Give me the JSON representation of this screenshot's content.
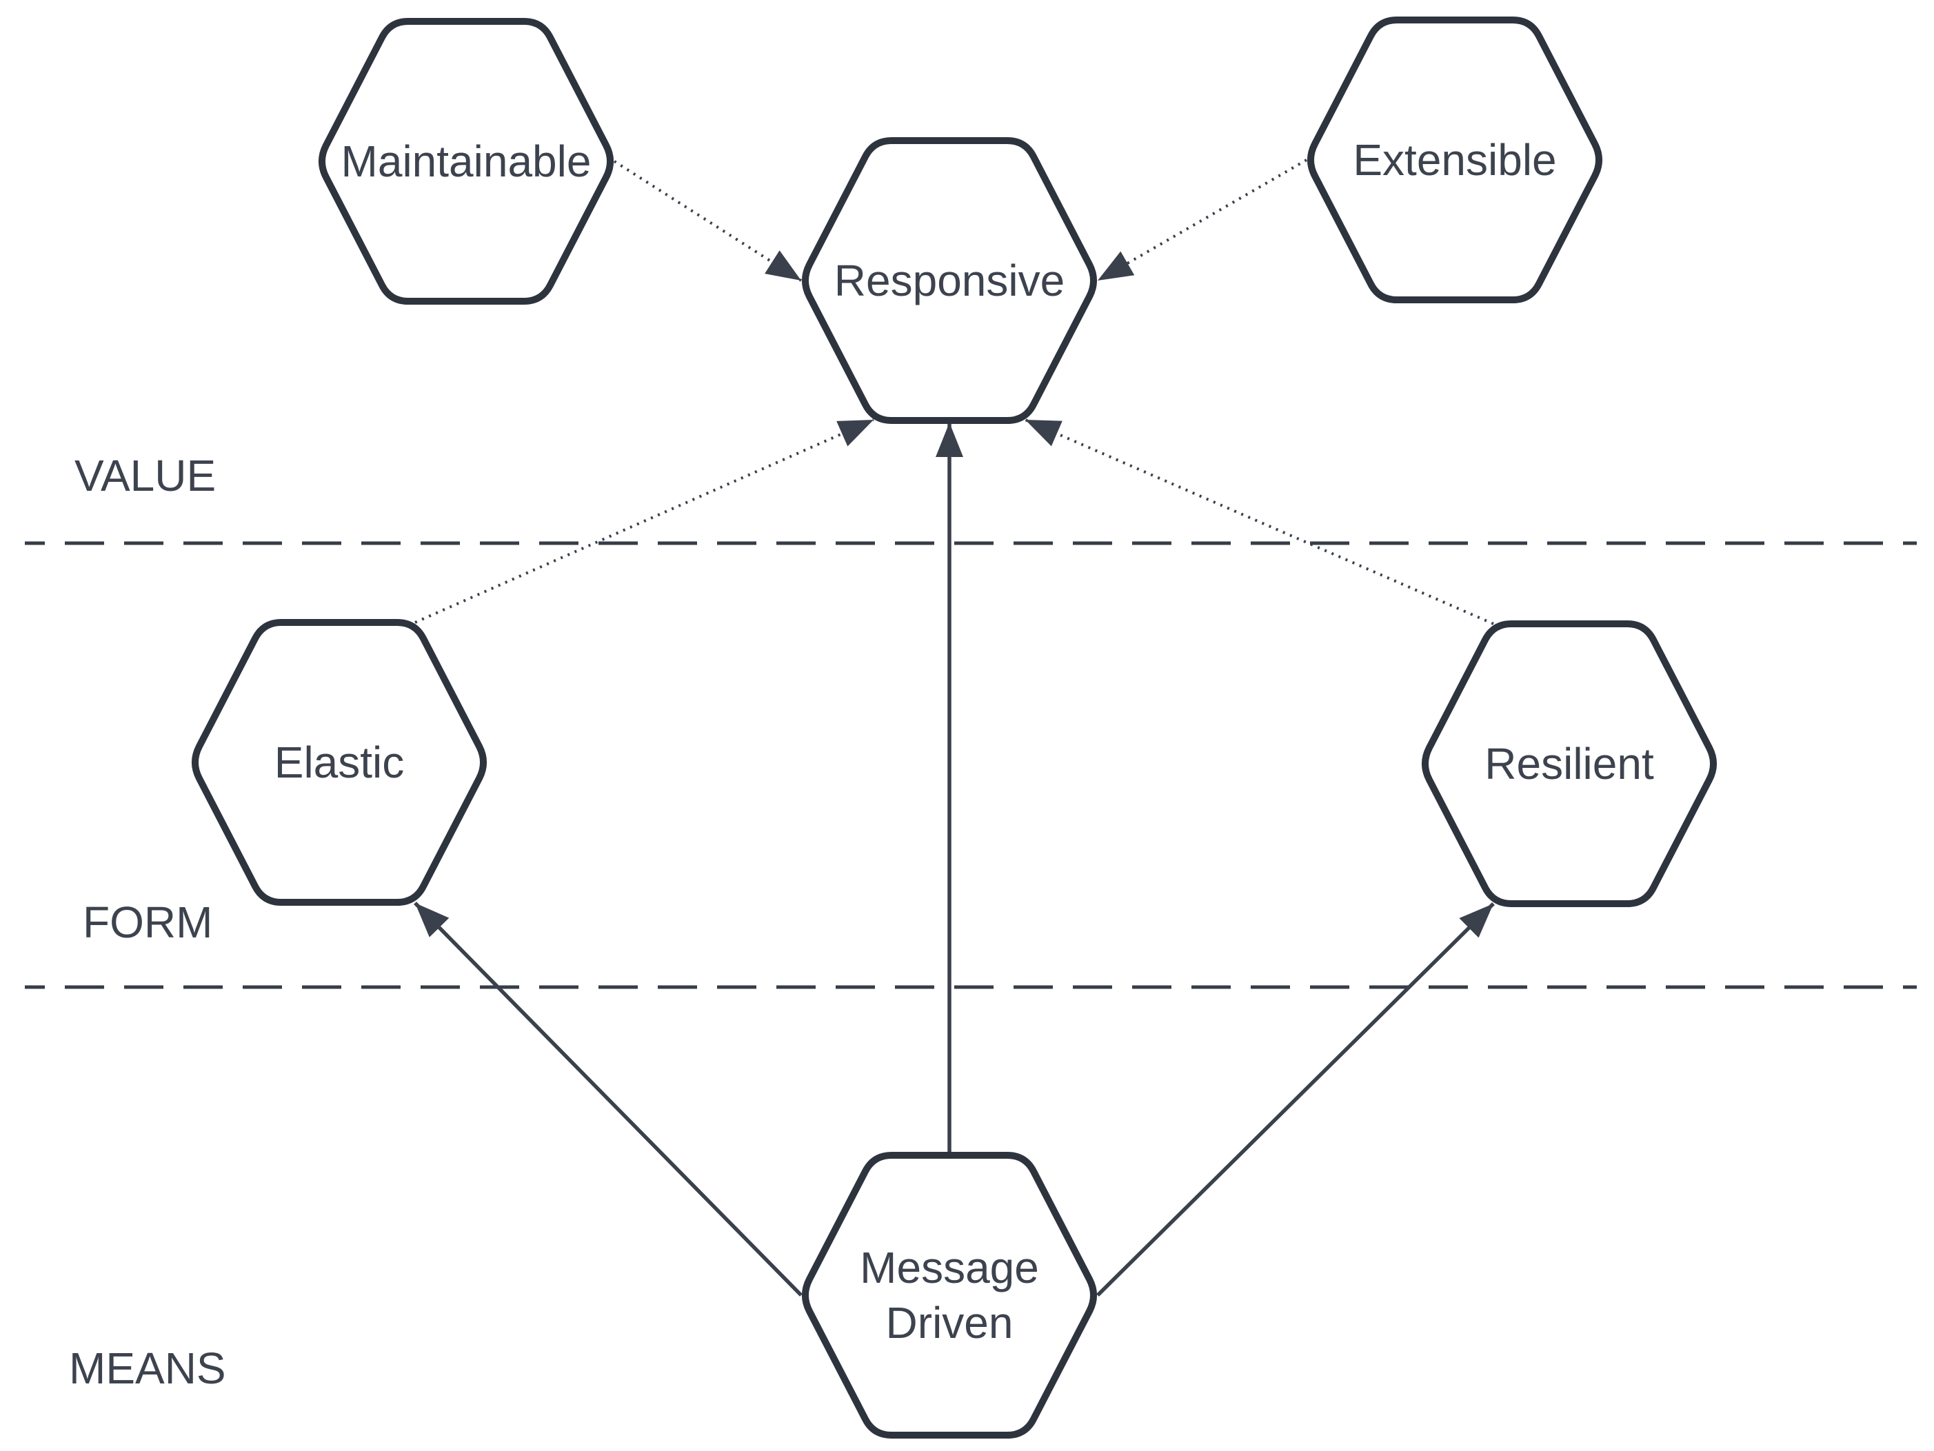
{
  "diagram": {
    "type": "hexagon-relationship-diagram",
    "background": "#ffffff",
    "colors": {
      "hexagon_stroke": "#2e343e",
      "connector": "#3a414c",
      "text": "#3d434e",
      "divider": "#363d47"
    },
    "sections": {
      "value": {
        "label": "VALUE"
      },
      "form": {
        "label": "FORM"
      },
      "means": {
        "label": "MEANS"
      }
    },
    "nodes": {
      "maintainable": {
        "label": "Maintainable"
      },
      "extensible": {
        "label": "Extensible"
      },
      "responsive": {
        "label": "Responsive"
      },
      "elastic": {
        "label": "Elastic"
      },
      "resilient": {
        "label": "Resilient"
      },
      "message_driven": {
        "label": "Message Driven",
        "line1": "Message",
        "line2": "Driven"
      }
    },
    "edges": [
      {
        "from": "Maintainable",
        "to": "Responsive",
        "style": "dotted-arrow"
      },
      {
        "from": "Extensible",
        "to": "Responsive",
        "style": "dotted-arrow"
      },
      {
        "from": "Elastic",
        "to": "Responsive",
        "style": "dotted-arrow"
      },
      {
        "from": "Resilient",
        "to": "Responsive",
        "style": "dotted-arrow"
      },
      {
        "from": "Message Driven",
        "to": "Responsive",
        "style": "solid-arrow"
      },
      {
        "from": "Message Driven",
        "to": "Elastic",
        "style": "solid-arrow"
      },
      {
        "from": "Message Driven",
        "to": "Resilient",
        "style": "solid-arrow"
      }
    ]
  }
}
